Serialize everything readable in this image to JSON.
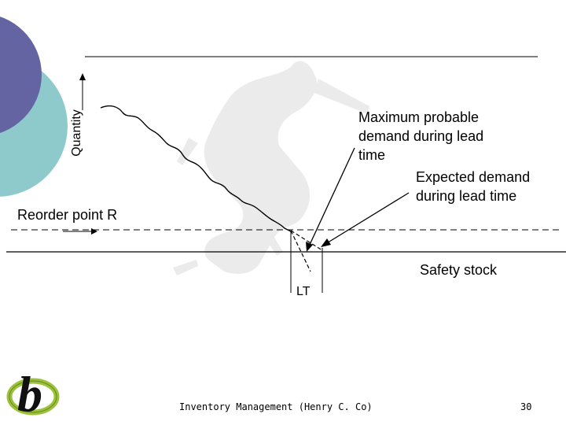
{
  "colors": {
    "corner_purple": "#6464a2",
    "corner_teal": "#8ec9cc",
    "watermark": "#e8e8e8",
    "logo_green": "#9dc23a",
    "logo_black": "#111111"
  },
  "diagram": {
    "y_axis_label": "Quantity",
    "max_demand_label": [
      "Maximum probable",
      "demand during lead",
      "time"
    ],
    "expected_demand_label": [
      "Expected demand",
      "during lead time"
    ],
    "reorder_point_label": "Reorder point R",
    "safety_stock_label": "Safety stock",
    "lead_time_label": "LT"
  },
  "footer": {
    "title": "Inventory Management (Henry C. Co)",
    "page_number": "30"
  },
  "icons": {
    "logo": "b-logo-icon",
    "watermark": "horse-watermark-icon"
  }
}
